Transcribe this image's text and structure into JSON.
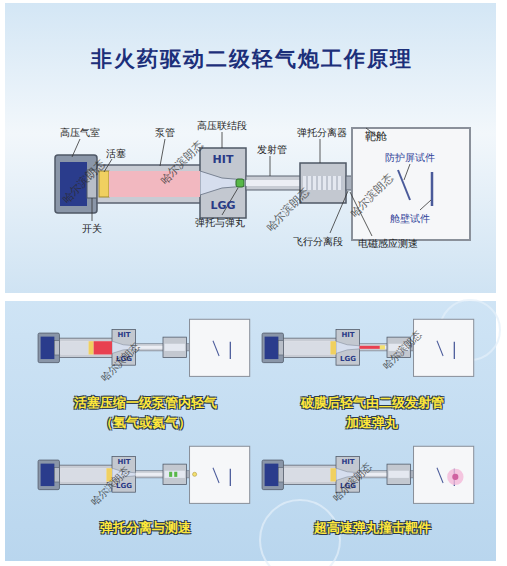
{
  "diagram": {
    "title": "非火药驱动二级轻气炮工作原理",
    "nodes": [
      {
        "text": [
          "HIT",
          "LGG"
        ]
      },
      {
        "text": [
          "靶舱",
          "防护屏试件",
          "舱壁试件"
        ]
      },
      {
        "text": [
          "HIT",
          "LGG"
        ]
      },
      {
        "text": [
          "HIT",
          "LGG"
        ]
      },
      {
        "text": [
          "HIT",
          "LGG"
        ]
      },
      {
        "text": [
          "HIT",
          "LGG"
        ]
      }
    ],
    "labels": [
      "高压气室",
      "活塞",
      "泵管",
      "高压联结段",
      "弹托分离器",
      "发射管",
      "开关",
      "弹托与弹丸",
      "飞行分离段",
      "电磁感应测速",
      "活塞压缩一级泵管内轻气（氢气或氦气）",
      "破膜后轻气由二级发射管加速弹丸",
      "弹托分离与测速",
      "超高速弹丸撞击靶件",
      "哈尔滨朗态",
      "哈尔滨朗态",
      "哈尔滨朗态",
      "哈尔滨朗态",
      "哈尔滨朗态",
      "哈尔滨朗态",
      "哈尔滨朗态",
      "哈尔滨朗态"
    ]
  }
}
